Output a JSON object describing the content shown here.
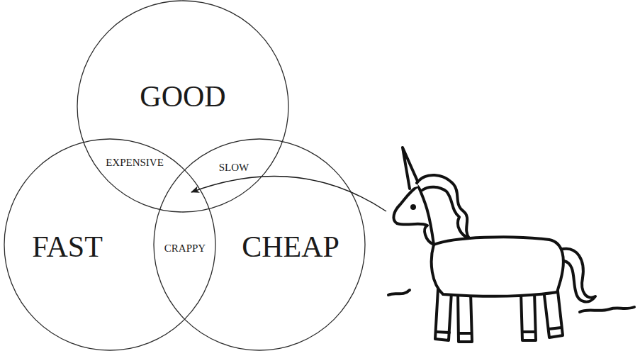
{
  "diagram": {
    "nodes": [
      {
        "text": [
          "GOOD"
        ]
      },
      {
        "text": [
          "FAST"
        ]
      },
      {
        "text": [
          "CHEAP"
        ]
      }
    ],
    "labels": [
      "EXPENSIVE",
      "SLOW",
      "CRAPPY"
    ]
  }
}
